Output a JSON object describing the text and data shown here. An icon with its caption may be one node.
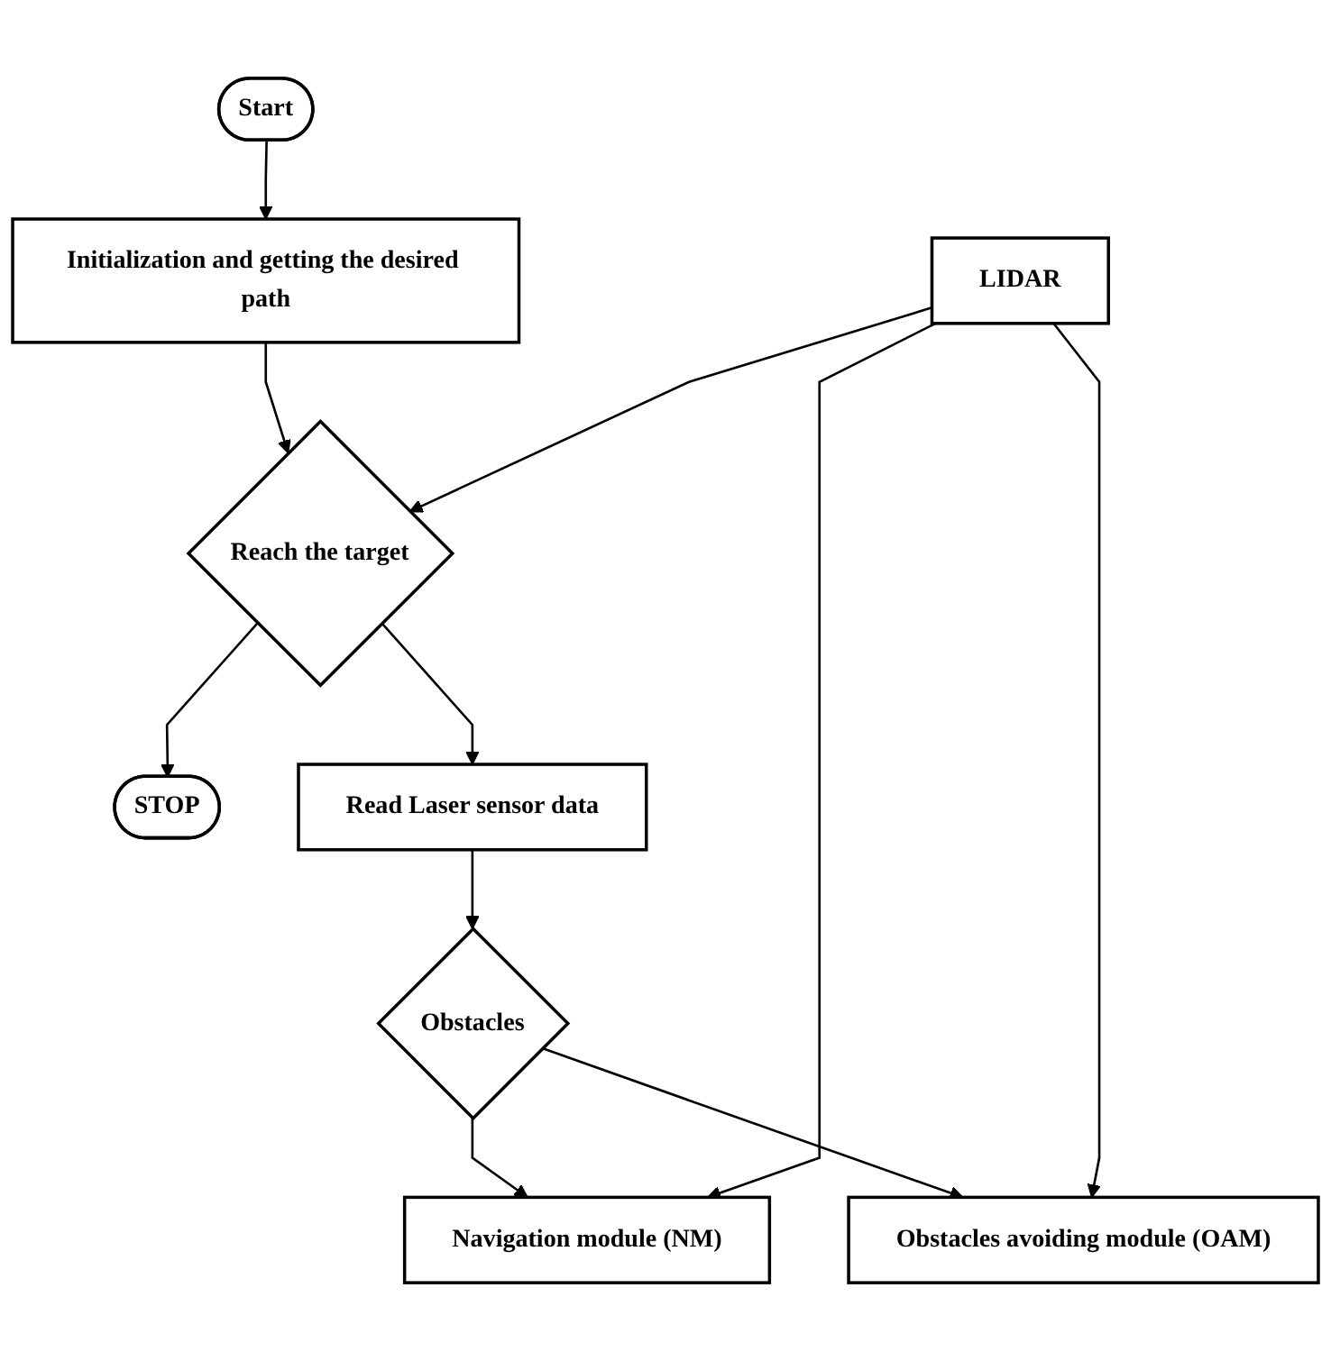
{
  "diagram": {
    "nodes": [
      {
        "text": [
          "Start"
        ]
      },
      {
        "text": [
          "Initialization and getting the desired path"
        ]
      },
      {
        "text": [
          "Reach the target"
        ]
      },
      {
        "text": [
          "STOP"
        ]
      },
      {
        "text": [
          "Read Laser sensor data"
        ]
      },
      {
        "text": [
          "Obstacles"
        ]
      },
      {
        "text": [
          "Navigation module (NM)"
        ]
      },
      {
        "text": [
          "Obstacles avoiding module (OAM)"
        ]
      },
      {
        "text": [
          "LIDAR"
        ]
      }
    ],
    "edges": [
      {
        "from": 0,
        "to": 1,
        "arrow": "to"
      },
      {
        "from": 1,
        "to": 2,
        "arrow": "to"
      },
      {
        "from": 2,
        "to": 3,
        "arrow": "to"
      },
      {
        "from": 2,
        "to": 4,
        "arrow": "to"
      },
      {
        "from": 4,
        "to": 5,
        "arrow": "to"
      },
      {
        "from": 5,
        "to": 6,
        "arrow": "to"
      },
      {
        "from": 5,
        "to": 7,
        "arrow": "to"
      },
      {
        "from": 8,
        "to": 6,
        "arrow": "to"
      },
      {
        "from": 8,
        "to": 7,
        "arrow": "to"
      },
      {
        "from": 8,
        "to": 2,
        "arrow": "to"
      }
    ]
  }
}
